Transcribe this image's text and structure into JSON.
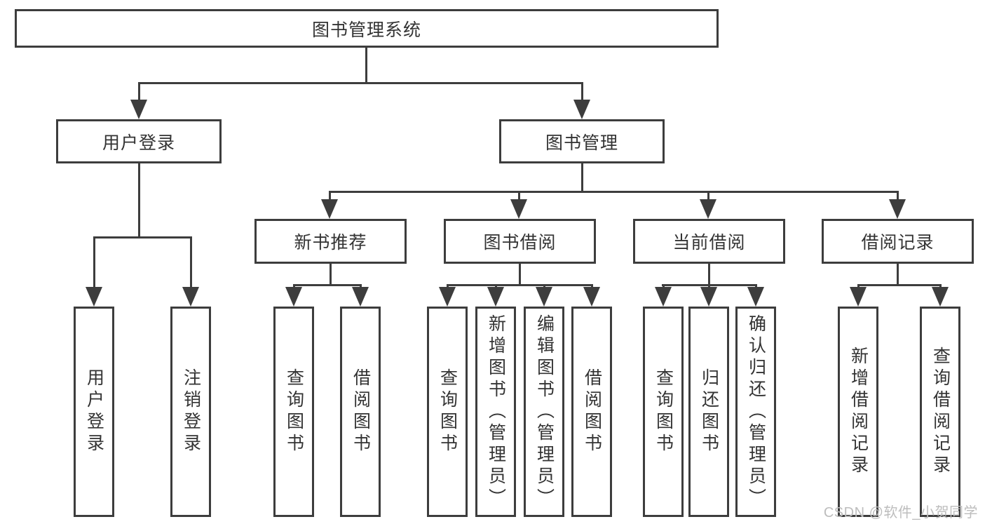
{
  "tree": {
    "label": "图书管理系统",
    "children": [
      {
        "label": "用户登录",
        "children": [
          {
            "label": "用户登录"
          },
          {
            "label": "注销登录"
          }
        ]
      },
      {
        "label": "图书管理",
        "children": [
          {
            "label": "新书推荐",
            "children": [
              {
                "label": "查询图书"
              },
              {
                "label": "借阅图书"
              }
            ]
          },
          {
            "label": "图书借阅",
            "children": [
              {
                "label": "查询图书"
              },
              {
                "label": "新增图书（管理员）"
              },
              {
                "label": "编辑图书（管理员）"
              },
              {
                "label": "借阅图书"
              }
            ]
          },
          {
            "label": "当前借阅",
            "children": [
              {
                "label": "查询图书"
              },
              {
                "label": "归还图书"
              },
              {
                "label": "确认归还（管理员）"
              }
            ]
          },
          {
            "label": "借阅记录",
            "children": [
              {
                "label": "新增借阅记录"
              },
              {
                "label": "查询借阅记录"
              }
            ]
          }
        ]
      }
    ]
  },
  "watermark": {
    "text": "CSDN @软件_小贺同学"
  },
  "colors": {
    "line": "#3d3d3d",
    "text": "#333333",
    "watermark": "#bdbdbd",
    "background": "#ffffff"
  }
}
